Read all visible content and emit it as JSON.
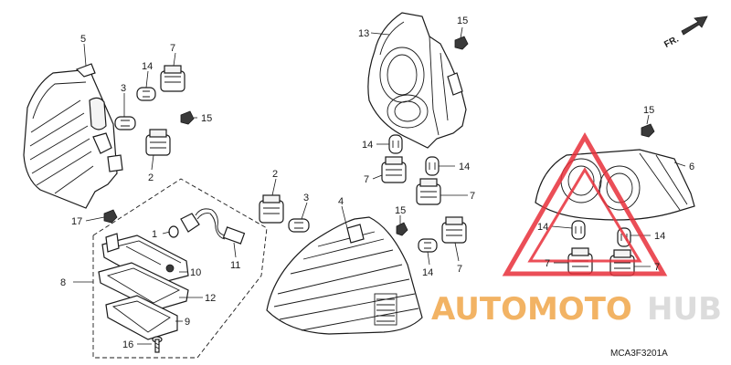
{
  "diagram": {
    "callouts": {
      "c1": "1",
      "c2a": "2",
      "c2b": "2",
      "c3a": "3",
      "c3b": "3",
      "c4": "4",
      "c5": "5",
      "c6": "6",
      "c7a": "7",
      "c7b": "7",
      "c7c": "7",
      "c7d": "7",
      "c7e": "7",
      "c7f": "7",
      "c8": "8",
      "c9": "9",
      "c10": "10",
      "c11": "11",
      "c12": "12",
      "c13": "13",
      "c14a": "14",
      "c14b": "14",
      "c14c": "14",
      "c14d": "14",
      "c14e": "14",
      "c14f": "14",
      "c15a": "15",
      "c15b": "15",
      "c15c": "15",
      "c15d": "15",
      "c16": "16",
      "c17": "17"
    },
    "direction_label": "FR.",
    "diagram_code": "MCA3F3201A",
    "watermark": {
      "part1": "AUTOMOTO",
      "part2": "HUB",
      "color_primary": "#f0a64a",
      "color_secondary": "#d7d7d7",
      "logo_color": "#e8303a"
    }
  }
}
